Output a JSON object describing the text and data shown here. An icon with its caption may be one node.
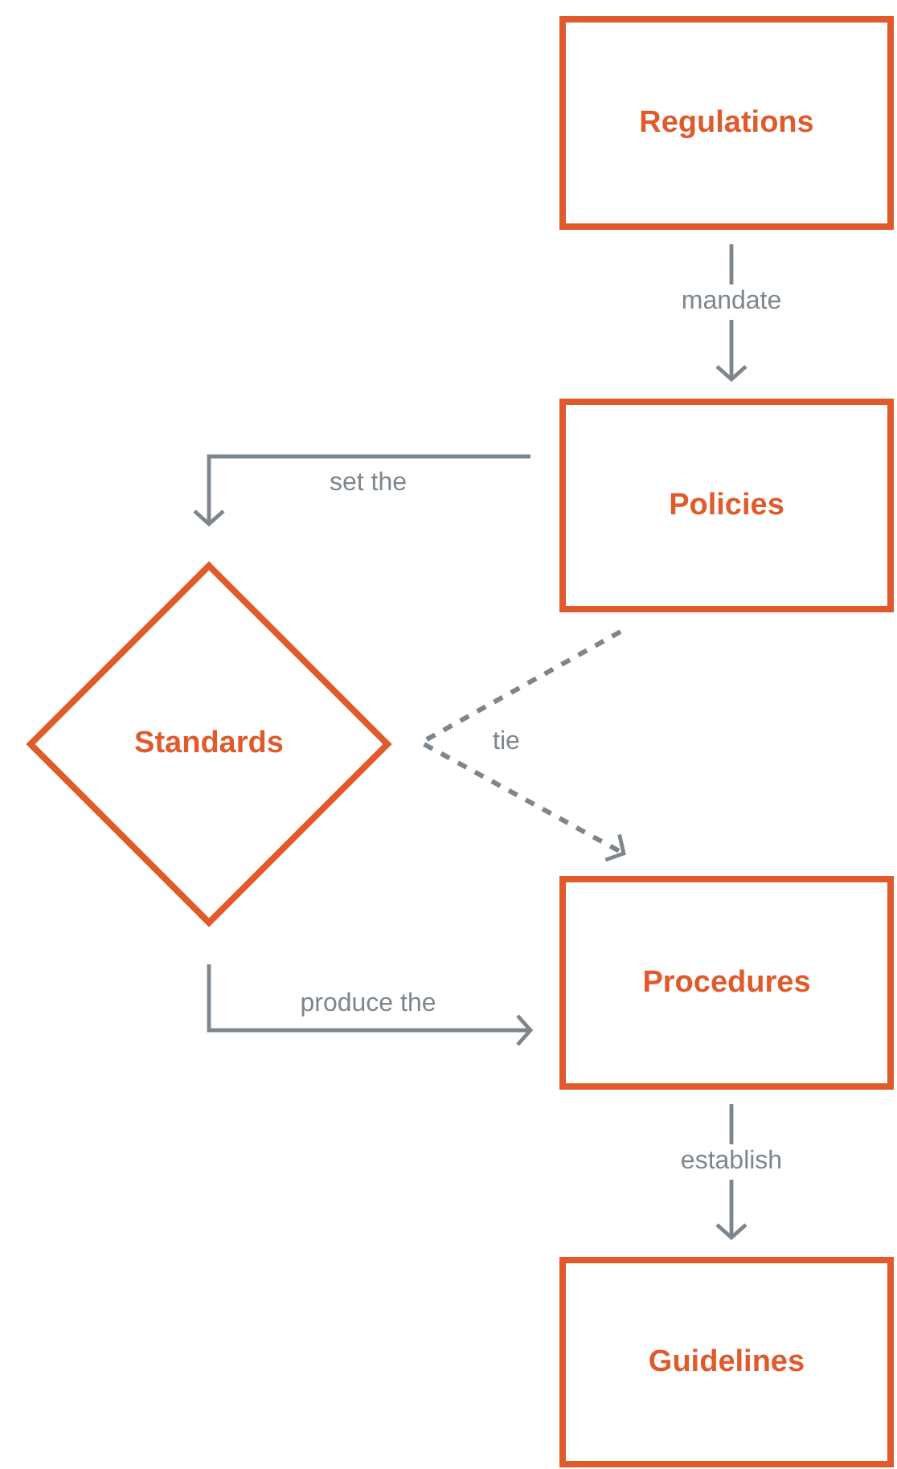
{
  "diagram": {
    "nodes": [
      {
        "text": [
          "Regulations"
        ]
      },
      {
        "text": [
          "Policies"
        ]
      },
      {
        "text": [
          "Standards"
        ]
      },
      {
        "text": [
          "Procedures"
        ]
      },
      {
        "text": [
          "Guidelines"
        ]
      }
    ],
    "edges": [
      {
        "from": 0,
        "to": 1,
        "arrow": "to",
        "label": "mandate"
      },
      {
        "from": 1,
        "to": 2,
        "arrow": "to",
        "label": "set the"
      },
      {
        "from": 1,
        "to": 3,
        "arrow": "to",
        "label": "tie",
        "style": "dashed"
      },
      {
        "from": 2,
        "to": 3,
        "arrow": "to",
        "label": "produce the"
      },
      {
        "from": 3,
        "to": 4,
        "arrow": "to",
        "label": "establish"
      }
    ]
  }
}
